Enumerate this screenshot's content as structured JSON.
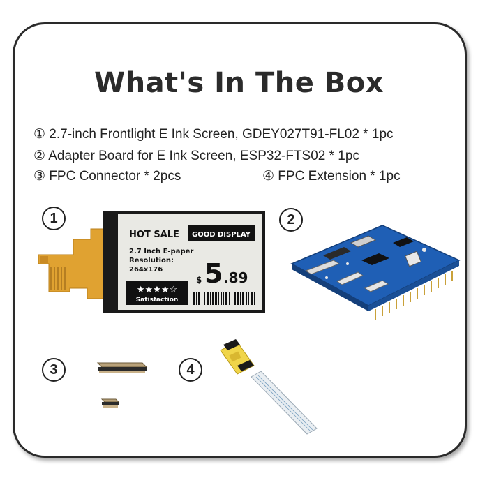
{
  "title": "What's In The Box",
  "items": [
    "① 2.7-inch Frontlight E Ink Screen, GDEY027T91-FL02 * 1pc",
    "② Adapter Board for E Ink Screen, ESP32-FTS02 * 1pc",
    "③ FPC Connector * 2pcs",
    "④ FPC Extension * 1pc"
  ],
  "markers": [
    "1",
    "2",
    "3",
    "4"
  ],
  "screen": {
    "hot_sale": "HOT SALE",
    "good_display": "GOOD DISPLAY",
    "line1": "2.7 Inch E-paper",
    "line2": "Resolution:",
    "line3": "264x176",
    "currency": "$",
    "price_int": "5",
    "price_dec": ".89",
    "stars": "★★★★☆",
    "satisfaction": "Satisfaction"
  },
  "colors": {
    "board": "#1f5fb5",
    "fpc": "#e0a231",
    "epaper": "#e9e9e4",
    "bezel": "#1a1a1a"
  }
}
